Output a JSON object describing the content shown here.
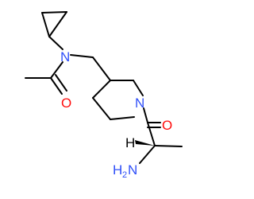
{
  "atoms": {
    "n_amide": "N",
    "o_acetyl": "O",
    "n_ring": "N",
    "o_carbonyl": "O",
    "h_stereo": "H",
    "nh2_h": "H",
    "nh2_sub": "2",
    "nh2_n": "N"
  },
  "colors": {
    "bond": "#000000",
    "nitrogen": "#3050F8",
    "oxygen": "#FF0D0D",
    "hydrogen": "#000000"
  }
}
